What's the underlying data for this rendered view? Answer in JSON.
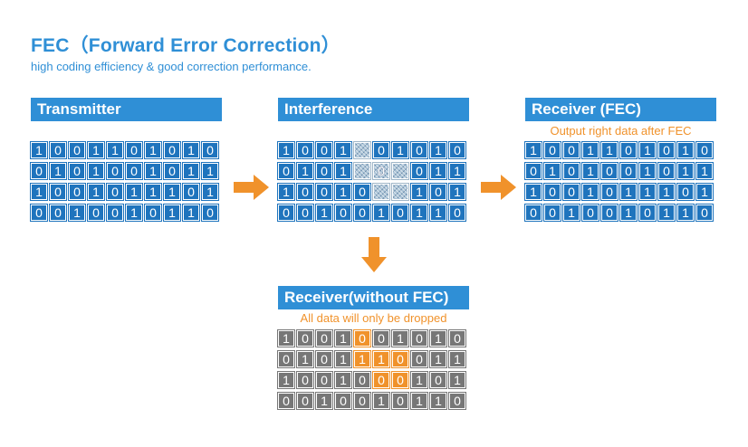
{
  "title": "FEC（Forward Error Correction）",
  "subtitle": "high coding efficiency & good correction performance.",
  "colors": {
    "accent": "#2f8fd6",
    "bit_blue": "#1f74bd",
    "highlight": "#f0922b",
    "dropped_gray": "#777777"
  },
  "panels": {
    "transmitter": {
      "header": "Transmitter",
      "rows": [
        [
          "1",
          "0",
          "0",
          "1",
          "1",
          "0",
          "1",
          "0",
          "1",
          "0"
        ],
        [
          "0",
          "1",
          "0",
          "1",
          "0",
          "0",
          "1",
          "0",
          "1",
          "1"
        ],
        [
          "1",
          "0",
          "0",
          "1",
          "0",
          "1",
          "1",
          "1",
          "0",
          "1"
        ],
        [
          "0",
          "0",
          "1",
          "0",
          "0",
          "1",
          "0",
          "1",
          "1",
          "0"
        ]
      ]
    },
    "interference": {
      "header": "Interference",
      "rows": [
        [
          "1",
          "0",
          "0",
          "1",
          "",
          "0",
          "1",
          "0",
          "1",
          "0"
        ],
        [
          "0",
          "1",
          "0",
          "1",
          "",
          "0",
          "",
          "0",
          "1",
          "1"
        ],
        [
          "1",
          "0",
          "0",
          "1",
          "0",
          "",
          "",
          "1",
          "0",
          "1"
        ],
        [
          "0",
          "0",
          "1",
          "0",
          "0",
          "1",
          "0",
          "1",
          "1",
          "0"
        ]
      ],
      "noise_cells": [
        [
          0,
          4
        ],
        [
          1,
          4
        ],
        [
          1,
          5
        ],
        [
          1,
          6
        ],
        [
          2,
          5
        ],
        [
          2,
          6
        ]
      ]
    },
    "receiver_fec": {
      "header": "Receiver (FEC)",
      "caption": "Output right data after FEC",
      "rows": [
        [
          "1",
          "0",
          "0",
          "1",
          "1",
          "0",
          "1",
          "0",
          "1",
          "0"
        ],
        [
          "0",
          "1",
          "0",
          "1",
          "0",
          "0",
          "1",
          "0",
          "1",
          "1"
        ],
        [
          "1",
          "0",
          "0",
          "1",
          "0",
          "1",
          "1",
          "1",
          "0",
          "1"
        ],
        [
          "0",
          "0",
          "1",
          "0",
          "0",
          "1",
          "0",
          "1",
          "1",
          "0"
        ]
      ]
    },
    "receiver_no_fec": {
      "header": "Receiver(without FEC)",
      "caption": "All data will only be dropped",
      "rows": [
        [
          "1",
          "0",
          "0",
          "1",
          "0",
          "0",
          "1",
          "0",
          "1",
          "0"
        ],
        [
          "0",
          "1",
          "0",
          "1",
          "1",
          "1",
          "0",
          "0",
          "1",
          "1"
        ],
        [
          "1",
          "0",
          "0",
          "1",
          "0",
          "0",
          "0",
          "1",
          "0",
          "1"
        ],
        [
          "0",
          "0",
          "1",
          "0",
          "0",
          "1",
          "0",
          "1",
          "1",
          "0"
        ]
      ],
      "error_cells": [
        [
          0,
          4
        ],
        [
          1,
          4
        ],
        [
          1,
          5
        ],
        [
          1,
          6
        ],
        [
          2,
          5
        ],
        [
          2,
          6
        ]
      ]
    }
  }
}
